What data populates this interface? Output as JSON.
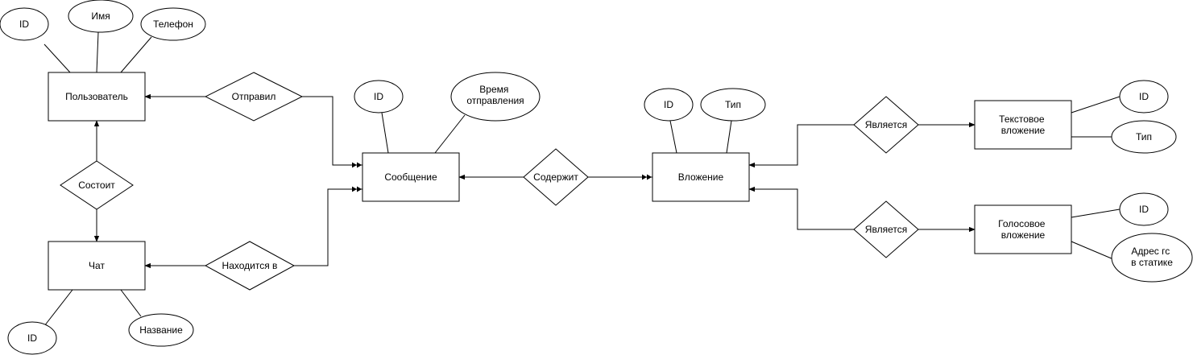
{
  "diagram": {
    "entities": {
      "user": "Пользователь",
      "chat": "Чат",
      "message": "Сообщение",
      "attachment": "Вложение",
      "text_attachment": [
        "Текстовое",
        "вложение"
      ],
      "voice_attachment": [
        "Голосовое",
        "вложение"
      ]
    },
    "relationships": {
      "sent": "Отправил",
      "consists": "Состоит",
      "located_in": "Находится в",
      "contains": "Содержит",
      "is_text": "Является",
      "is_voice": "Является"
    },
    "attributes": {
      "user_id": "ID",
      "user_name": "Имя",
      "user_phone": "Телефон",
      "chat_id": "ID",
      "chat_name": "Название",
      "message_id": "ID",
      "message_time": [
        "Время",
        "отправления"
      ],
      "attachment_id": "ID",
      "attachment_type": "Тип",
      "text_id": "ID",
      "text_type": "Тип",
      "voice_id": "ID",
      "voice_address": [
        "Адрес гс",
        "в статике"
      ]
    }
  }
}
